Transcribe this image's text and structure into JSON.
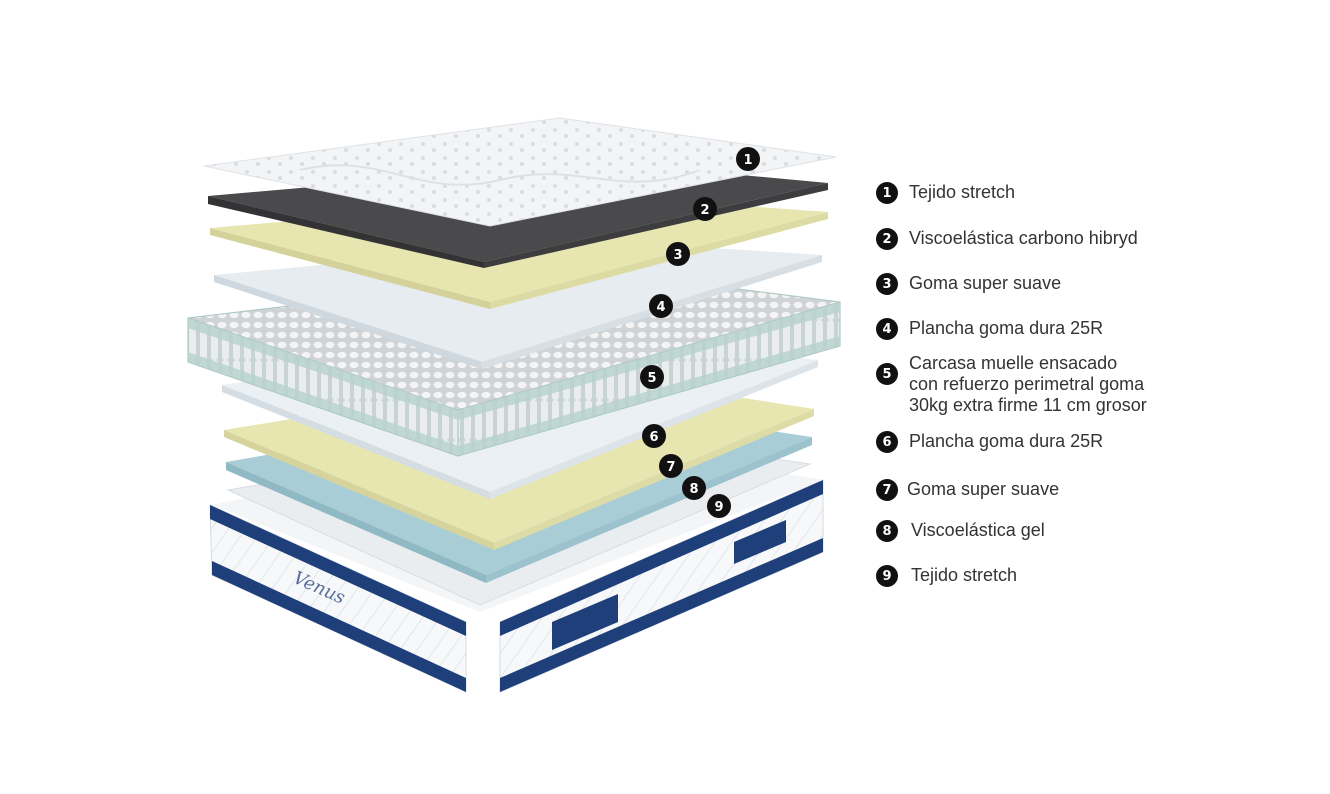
{
  "brand": "Venus",
  "layers": [
    {
      "number": "1",
      "label": "Tejido stretch"
    },
    {
      "number": "2",
      "label": "Viscoelástica carbono hibryd"
    },
    {
      "number": "3",
      "label": "Goma super suave"
    },
    {
      "number": "4",
      "label": "Plancha goma dura 25R"
    },
    {
      "number": "5",
      "label": "Carcasa muelle ensacado\ncon refuerzo perimetral goma\n30kg extra firme 11 cm grosor"
    },
    {
      "number": "6",
      "label": "Plancha goma dura 25R"
    },
    {
      "number": "7",
      "label": "Goma super suave"
    },
    {
      "number": "8",
      "label": "Viscoelástica gel"
    },
    {
      "number": "9",
      "label": "Tejido stretch"
    }
  ],
  "colors": {
    "fabric": "#f2f3f5",
    "carbon": "#4a4a4d",
    "soft_foam": "#e8e6b0",
    "hard_foam": "#e6ecf0",
    "spring_unit": "#b9d2cd",
    "gel": "#a9cdd6",
    "base_trim": "#1f3f7a",
    "badge": "#111111"
  }
}
